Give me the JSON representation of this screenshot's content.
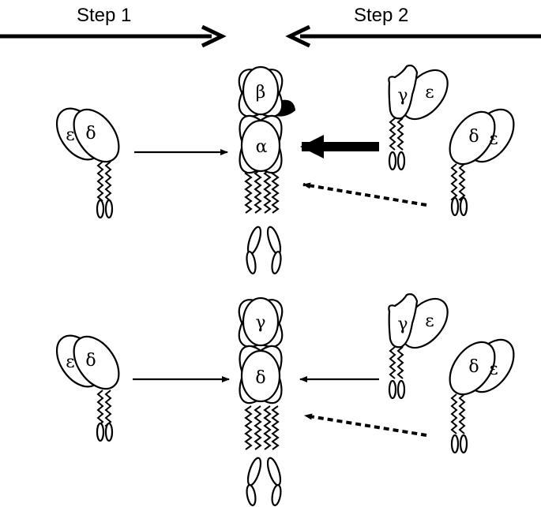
{
  "header": {
    "step1_label": "Step 1",
    "step2_label": "Step 2"
  },
  "subunits": {
    "alpha": "α",
    "beta": "β",
    "gamma": "γ",
    "delta": "δ",
    "epsilon": "ε"
  },
  "colors": {
    "stroke": "#000000",
    "background": "#ffffff"
  },
  "rows": [
    {
      "row": "top",
      "left_dimer": [
        "ε",
        "δ"
      ],
      "receptor_subunits": [
        "β",
        "α"
      ],
      "right_dimers": [
        [
          "γ",
          "ε"
        ],
        [
          "δ",
          "ε"
        ]
      ]
    },
    {
      "row": "bottom",
      "left_dimer": [
        "ε",
        "δ"
      ],
      "receptor_subunits": [
        "γ",
        "δ"
      ],
      "right_dimers": [
        [
          "γ",
          "ε"
        ],
        [
          "δ",
          "ε"
        ]
      ]
    }
  ]
}
